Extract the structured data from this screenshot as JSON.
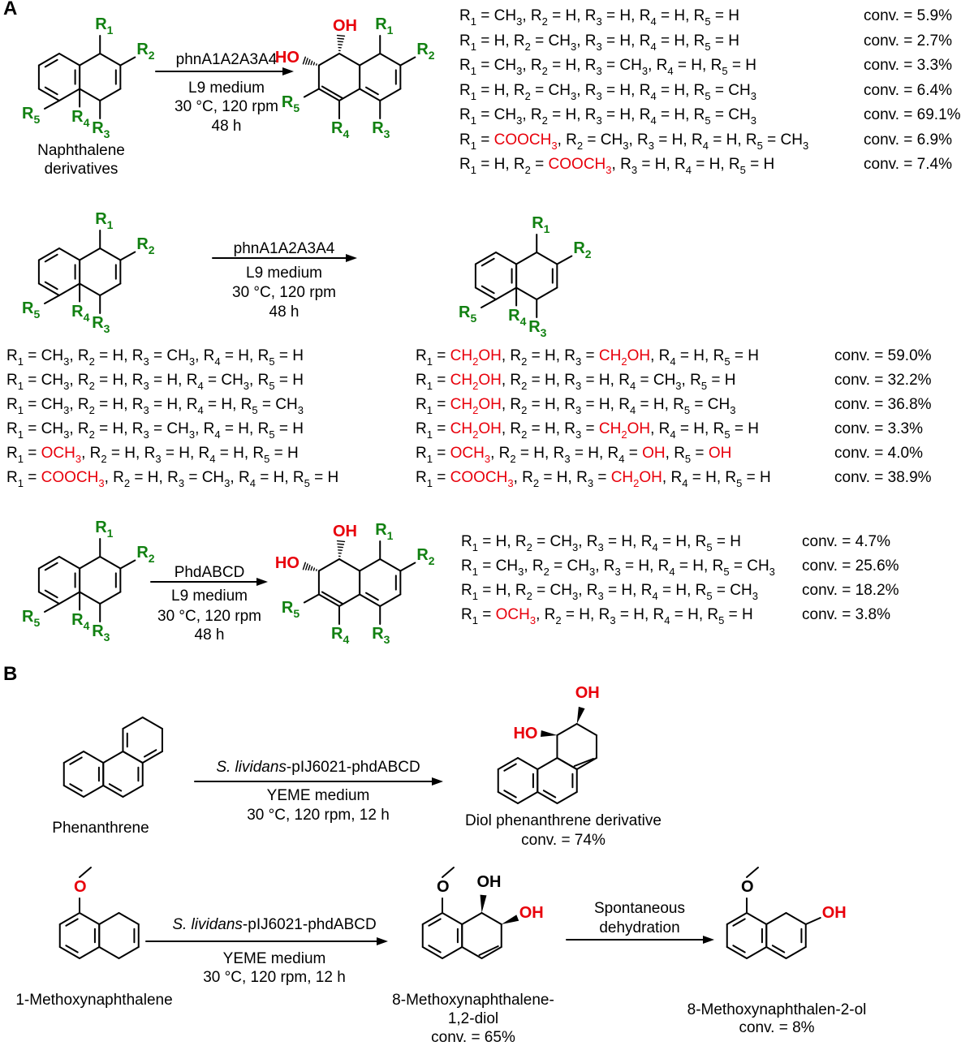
{
  "panels": {
    "a": "A",
    "b": "B"
  },
  "labels": {
    "R1": "R1",
    "R2": "R2",
    "R3": "R3",
    "R4": "R4",
    "R5": "R5",
    "OH": "OH",
    "HO": "HO"
  },
  "row1": {
    "reactant_name": [
      "Naphthalene",
      "derivatives"
    ],
    "conditions": [
      "phnA1A2A3A4",
      "L9 medium",
      "30 °C, 120 rpm",
      "48 h"
    ],
    "results": [
      {
        "r": [
          "CH3",
          "H",
          "H",
          "H",
          "H"
        ],
        "conv": "conv. = 5.9%"
      },
      {
        "r": [
          "H",
          "CH3",
          "H",
          "H",
          "H"
        ],
        "conv": "conv. = 2.7%"
      },
      {
        "r": [
          "CH3",
          "H",
          "CH3",
          "H",
          "H"
        ],
        "conv": "conv. = 3.3%"
      },
      {
        "r": [
          "H",
          "CH3",
          "H",
          "H",
          "CH3"
        ],
        "conv": "conv. = 6.4%"
      },
      {
        "r": [
          "CH3",
          "H",
          "H",
          "H",
          "CH3"
        ],
        "conv": "conv. = 69.1%"
      },
      {
        "r": [
          "COOCH3",
          "CH3",
          "H",
          "H",
          "CH3"
        ],
        "conv": "conv. = 6.9%"
      },
      {
        "r": [
          "H",
          "COOCH3",
          "H",
          "H",
          "H"
        ],
        "conv": "conv. = 7.4%"
      }
    ]
  },
  "row2": {
    "conditions": [
      "phnA1A2A3A4",
      "L9 medium",
      "30 °C, 120 rpm",
      "48 h"
    ],
    "substrates": [
      [
        "CH3",
        "H",
        "CH3",
        "H",
        "H"
      ],
      [
        "CH3",
        "H",
        "H",
        "CH3",
        "H"
      ],
      [
        "CH3",
        "H",
        "H",
        "H",
        "CH3"
      ],
      [
        "CH3",
        "H",
        "CH3",
        "H",
        "H"
      ],
      [
        "OCH3",
        "H",
        "H",
        "H",
        "H"
      ],
      [
        "COOCH3",
        "H",
        "CH3",
        "H",
        "H"
      ]
    ],
    "products": [
      {
        "r": [
          "CH2OH",
          "H",
          "CH2OH",
          "H",
          "H"
        ],
        "conv": "conv. = 59.0%"
      },
      {
        "r": [
          "CH2OH",
          "H",
          "H",
          "CH3",
          "H"
        ],
        "conv": "conv. = 32.2%"
      },
      {
        "r": [
          "CH2OH",
          "H",
          "H",
          "H",
          "CH3"
        ],
        "conv": "conv. = 36.8%"
      },
      {
        "r": [
          "CH2OH",
          "H",
          "CH2OH",
          "H",
          "H"
        ],
        "conv": "conv. = 3.3%"
      },
      {
        "r": [
          "OCH3",
          "H",
          "H",
          "OH",
          "OH"
        ],
        "conv": "conv. = 4.0%"
      },
      {
        "r": [
          "COOCH3",
          "H",
          "CH2OH",
          "H",
          "H"
        ],
        "conv": "conv. = 38.9%"
      }
    ]
  },
  "row3": {
    "conditions": [
      "PhdABCD",
      "L9 medium",
      "30 °C, 120 rpm",
      "48 h"
    ],
    "results": [
      {
        "r": [
          "H",
          "CH3",
          "H",
          "H",
          "H"
        ],
        "conv": "conv. = 4.7%"
      },
      {
        "r": [
          "CH3",
          "CH3",
          "H",
          "H",
          "CH3"
        ],
        "conv": "conv. = 25.6%"
      },
      {
        "r": [
          "H",
          "CH3",
          "H",
          "H",
          "CH3"
        ],
        "conv": "conv. = 18.2%"
      },
      {
        "r": [
          "OCH3",
          "H",
          "H",
          "H",
          "H"
        ],
        "conv": "conv. = 3.8%"
      }
    ]
  },
  "b1": {
    "reactant": "Phenanthrene",
    "enzyme_italic": "S. lividans",
    "enzyme_rest": "-pIJ6021-phdABCD",
    "medium": "YEME medium",
    "cond": "30 °C, 120 rpm, 12 h",
    "product": "Diol phenanthrene derivative",
    "conv": "conv. = 74%"
  },
  "b2": {
    "reactant": "1-Methoxynaphthalene",
    "enzyme_italic": "S. lividans",
    "enzyme_rest": "-pIJ6021-phdABCD",
    "medium": "YEME medium",
    "cond": "30 °C, 120 rpm, 12 h",
    "product": [
      "8-Methoxynaphthalene-",
      "1,2-diol"
    ],
    "conv": "conv. = 65%",
    "step2": [
      "Spontaneous",
      "dehydration"
    ],
    "product2": "8-Methoxynaphthalen-2-ol",
    "conv2": "conv. = 8%"
  },
  "colors": {
    "red": "#e8000b",
    "green": "#118011",
    "bond": "#000000"
  }
}
